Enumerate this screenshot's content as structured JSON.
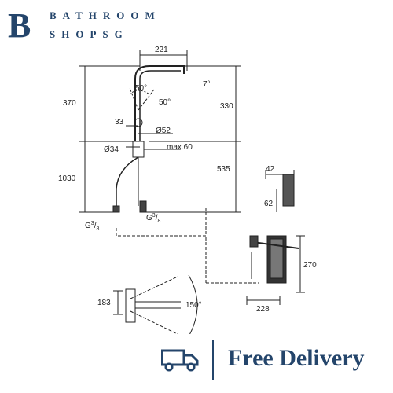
{
  "brand": {
    "mark": "B",
    "line1": "BATHROOM",
    "line2": "SHOPSG",
    "color": "#24456b"
  },
  "drawing": {
    "dimensions": {
      "top_width": "221",
      "angle_7": "7°",
      "angle_50_left": "50°",
      "angle_50_right": "50°",
      "height_370": "370",
      "height_330": "330",
      "width_33": "33",
      "dia_52": "Ø52",
      "dia_34": "Ø34",
      "max_60": "max.60",
      "height_1030": "1030",
      "height_535": "535",
      "width_42": "42",
      "height_62": "62",
      "thread_g": "G",
      "thread_3": "3",
      "thread_8": "8",
      "height_270": "270",
      "width_228": "228",
      "height_183": "183",
      "angle_150": "150°"
    }
  },
  "footer": {
    "icon": "truck-icon",
    "label": "Free Delivery"
  }
}
